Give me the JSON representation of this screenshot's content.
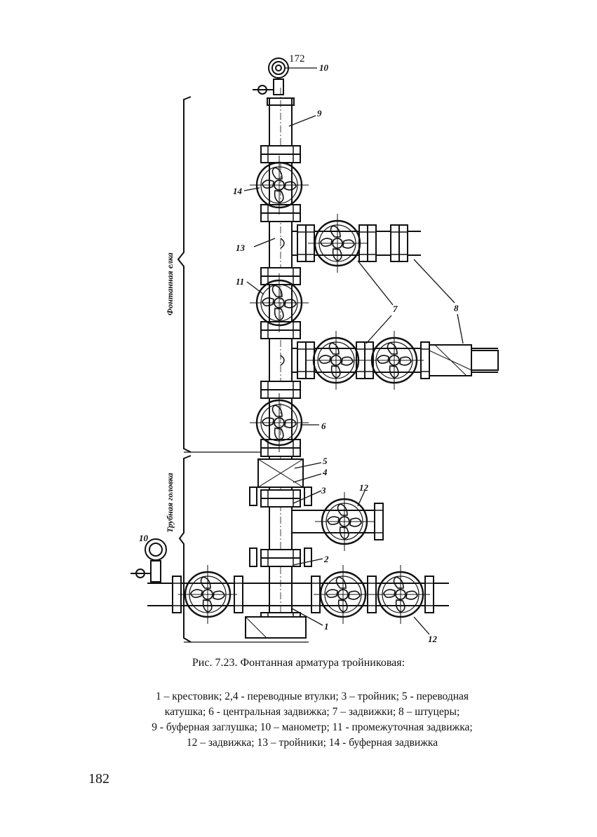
{
  "figure": {
    "labels": {
      "l172": "172",
      "l10": "10",
      "l9": "9",
      "l14": "14",
      "l13": "13",
      "l11": "11",
      "l7": "7",
      "l8": "8",
      "l6": "6",
      "l5": "5",
      "l4": "4",
      "l3": "3",
      "l12a": "12",
      "l2": "2",
      "l1": "1",
      "l12b": "12",
      "l10b": "10"
    },
    "side_upper": "Фонтанная елка",
    "side_lower": "Трубная головка"
  },
  "caption": "Рис. 7.23. Фонтанная арматура тройниковая:",
  "legend": [
    "1 – крестовик; 2,4 - переводные втулки; 3 – тройник; 5 - переводная",
    "катушка; 6 - центральная задвижка; 7 – задвижки; 8 – штуцеры;",
    "9 - буферная заглушка; 10 – манометр; 11 - промежуточная задвижка;",
    "12 – задвижка; 13 – тройники; 14 - буферная задвижка"
  ],
  "page_number": "182"
}
